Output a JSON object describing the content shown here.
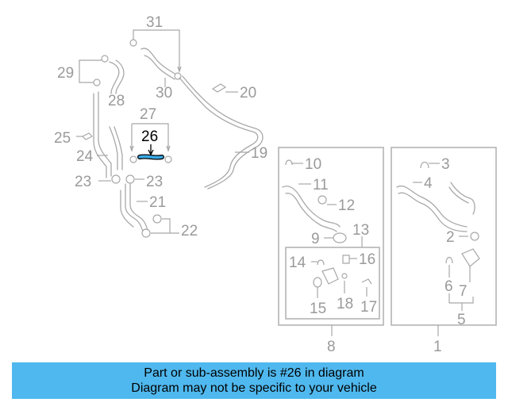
{
  "diagram": {
    "callouts": [
      "31",
      "29",
      "28",
      "30",
      "20",
      "27",
      "26",
      "25",
      "24",
      "23",
      "23",
      "21",
      "22",
      "19",
      "10",
      "11",
      "12",
      "9",
      "13",
      "14",
      "16",
      "15",
      "18",
      "17",
      "8",
      "3",
      "4",
      "2",
      "6",
      "7",
      "5",
      "1"
    ],
    "highlighted_part": "26",
    "colors": {
      "highlight": "#3aa9e6",
      "part_lines": "#a8a8a8",
      "banner": "#4fb8ee"
    }
  },
  "banner": {
    "line1": "Part or sub-assembly is #26 in diagram",
    "line2": "Diagram may not be specific to your vehicle"
  }
}
